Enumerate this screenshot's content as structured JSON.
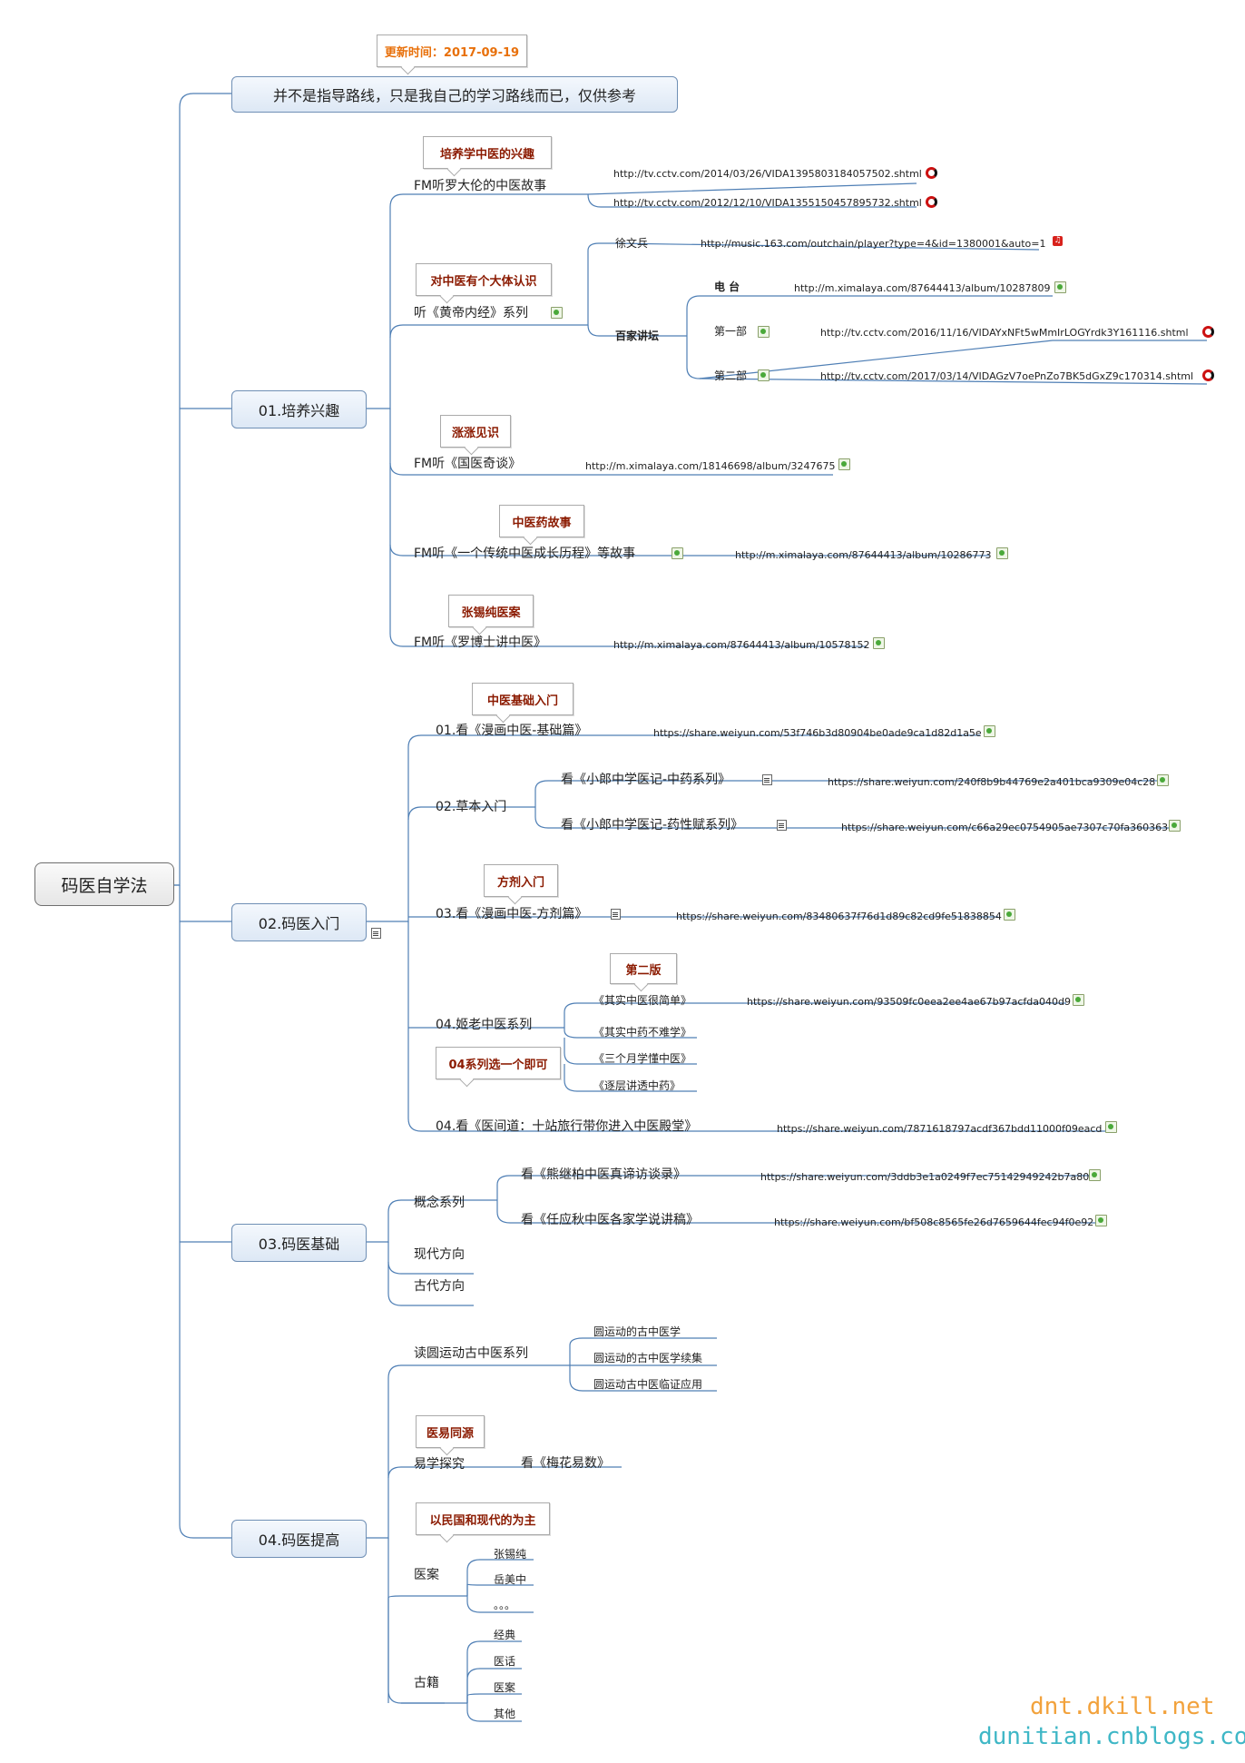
{
  "root": "码医自学法",
  "top_note": {
    "callout": "更新时间：2017-09-19",
    "text": "并不是指导路线，只是我自己的学习路线而已，仅供参考"
  },
  "b1": {
    "title": "01.培养兴趣",
    "fm1": {
      "label": "FM听罗大伦的中医故事",
      "callout": "培养学中医的兴趣",
      "link1": "http://tv.cctv.com/2014/03/26/VIDA1395803184057502.shtml",
      "link2": "http://tv.cctv.com/2012/12/10/VIDA1355150457895732.shtml"
    },
    "hd": {
      "label": "听《黄帝内经》系列",
      "callout": "对中医有个大体认识",
      "xu": "徐文兵",
      "xu_link": "http://music.163.com/outchain/player?type=4&id=1380001&auto=1",
      "bj": "百家讲坛",
      "radio": "电  台",
      "radio_link": "http://m.ximalaya.com/87644413/album/10287809",
      "p1": "第一部",
      "p1_link": "http://tv.cctv.com/2016/11/16/VIDAYxNFt5wMmIrLOGYrdk3Y161116.shtml",
      "p2": "第二部",
      "p2_link": "http://tv.cctv.com/2017/03/14/VIDAGzV7oePnZo7BK5dGxZ9c170314.shtml"
    },
    "gy": {
      "label": "FM听《国医奇谈》",
      "callout": "涨涨见识",
      "link": "http://m.ximalaya.com/18146698/album/3247675"
    },
    "yg": {
      "label": "FM听《一个传统中医成长历程》等故事",
      "callout": "中医药故事",
      "link": "http://m.ximalaya.com/87644413/album/10286773"
    },
    "lb": {
      "label": "FM听《罗博士讲中医》",
      "callout": "张锡纯医案",
      "link": "http://m.ximalaya.com/87644413/album/10578152"
    }
  },
  "b2": {
    "title": "02.码医入门",
    "c1": {
      "label": "01.看《漫画中医-基础篇》",
      "callout": "中医基础入门",
      "link": "https://share.weiyun.com/53f746b3d80904be0ade9ca1d82d1a5e"
    },
    "c2": {
      "label": "02.草本入门",
      "s1": "看《小郎中学医记-中药系列》",
      "s1_link": "https://share.weiyun.com/240f8b9b44769e2a401bca9309e04c28",
      "s2": "看《小郎中学医记-药性赋系列》",
      "s2_link": "https://share.weiyun.com/c66a29ec0754905ae7307c70fa360363"
    },
    "c3": {
      "label": "03.看《漫画中医-方剂篇》",
      "callout": "方剂入门",
      "link": "https://share.weiyun.com/83480637f76d1d89c82cd9fe51838854"
    },
    "c4": {
      "label": "04.姬老中医系列",
      "callout": "04系列选一个即可",
      "callout2": "第二版",
      "k1": "《其实中医很简单》",
      "k1_link": "https://share.weiyun.com/93509fc0eea2ee4ae67b97acfda040d9",
      "k2": "《其实中药不难学》",
      "k3": "《三个月学懂中医》",
      "k4": "《逐层讲透中药》"
    },
    "c5": {
      "label": "04.看《医间道：十站旅行带你进入中医殿堂》",
      "link": "https://share.weiyun.com/7871618797acdf367bdd11000f09eacd"
    }
  },
  "b3": {
    "title": "03.码医基础",
    "gn": "概念系列",
    "g1": "看《熊继柏中医真谛访谈录》",
    "g1_link": "https://share.weiyun.com/3ddb3e1a0249f7ec75142949242b7a80",
    "g2": "看《任应秋中医各家学说讲稿》",
    "g2_link": "https://share.weiyun.com/bf508c8565fe26d7659644fec94f0e92",
    "xd": "现代方向",
    "gd": "古代方向"
  },
  "b4": {
    "title": "04.码医提高",
    "yd": "读圆运动古中医系列",
    "y1": "圆运动的古中医学",
    "y2": "圆运动的古中医学续集",
    "y3": "圆运动古中医临证应用",
    "yx": "易学探究",
    "yx_callout": "医易同源",
    "mh": "看《梅花易数》",
    "ya": "医案",
    "ya_callout": "以民国和现代的为主",
    "a1": "张锡纯",
    "a2": "岳美中",
    "a3": "。。。",
    "gj": "古籍",
    "j1": "经典",
    "j2": "医话",
    "j3": "医案",
    "j4": "其他"
  },
  "watermark": {
    "line1": "dnt.dkill.net",
    "line2": "dunitian.cnblogs.com"
  },
  "colors": {
    "line": "#4f7fb5",
    "callout_text": "#8b1a00",
    "update_text": "#e8700a"
  }
}
